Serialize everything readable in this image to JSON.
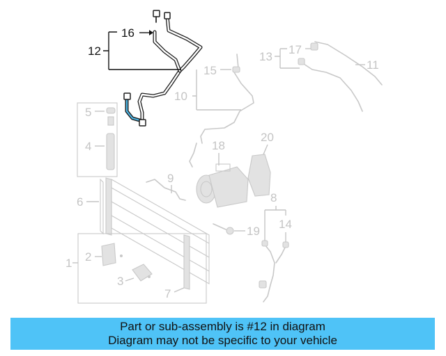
{
  "diagram": {
    "callouts": {
      "c1": "1",
      "c2": "2",
      "c3": "3",
      "c4": "4",
      "c5": "5",
      "c6": "6",
      "c7": "7",
      "c8": "8",
      "c9": "9",
      "c10": "10",
      "c11": "11",
      "c12": "12",
      "c13": "13",
      "c14": "14",
      "c15": "15",
      "c16": "16",
      "c17": "17",
      "c18": "18",
      "c19": "19",
      "c20": "20"
    },
    "highlighted_part": "12",
    "colors": {
      "highlight": "#1e1e1e",
      "muted": "#c8c8c8",
      "accent_tube": "#4db8e8"
    }
  },
  "banner": {
    "line1": "Part or sub-assembly is #12 in diagram",
    "line2": "Diagram may not be specific to your vehicle",
    "background": "#4fc3f7"
  }
}
